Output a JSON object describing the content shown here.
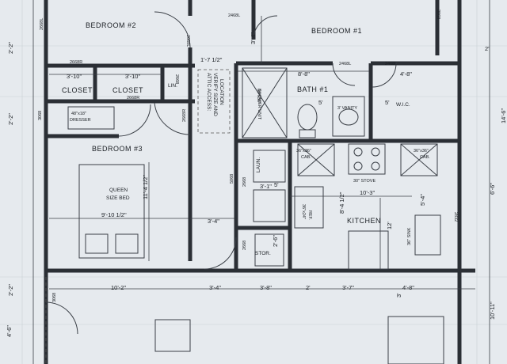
{
  "rooms": {
    "bedroom2": "BEDROOM #2",
    "bedroom1": "BEDROOM #1",
    "bedroom3": "BEDROOM #3",
    "bath1": "BATH #1",
    "kitchen": "KITCHEN",
    "closet_a": "CLOSET",
    "closet_b": "CLOSET",
    "linen": "LIN.",
    "laundry": "LAUN.",
    "storage": "STOR.",
    "wic": "W.I.C."
  },
  "fixtures": {
    "dresser": "48\"x18\"",
    "dresser_label": "DRESSER",
    "queen_bed_1": "QUEEN",
    "queen_bed_2": "SIZE BED",
    "shower": "60\"x36\"",
    "shower_2": "SHOWER UNIT",
    "vanity": "3' VANITY",
    "cab_left": "36\"x36\"",
    "cab_left_2": "CAB.",
    "cab_right": "36\"x36\"",
    "cab_right_2": "CAB.",
    "stove": "30\" STOVE",
    "fridge": "36\"x24\"",
    "fridge_2": "REF.",
    "sink": "36\" SINK",
    "attic": "ATTIC ACCESS:",
    "attic_2": "VERIFY SIZE AND",
    "attic_3": "LOCATION"
  },
  "dimensions": {
    "d_2_2_top": "2'-2\"",
    "d_2_2_mid": "2'-2\"",
    "d_2_2_low": "2'-2\"",
    "d_4_6": "4'-6\"",
    "d_3_4_top": "3'-4\"",
    "d_1_7": "1'-7 1/2\"",
    "d_8_8": "8'-8\"",
    "d_4_8_top": "4'-8\"",
    "d_3_10_a": "3'-10\"",
    "d_3_10_b": "3'-10\"",
    "d_11_4": "11'-4 1/2\"",
    "d_9_10": "9'-10 1/2\"",
    "d_3_4_mid": "3'-4\"",
    "d_10_3": "10'-3\"",
    "d_8_4": "8'-4 1/2\"",
    "d_3_1": "3'-1\"",
    "d_5": "5'",
    "d_2_6": "2'-6\"",
    "d_12": "12'",
    "d_3": "3'",
    "d_6_6": "6'-6\"",
    "d_5_4": "5'-4\"",
    "d_2_right": "2'",
    "d_10_11": "10'-11\"",
    "d_10_2": "10'-2\"",
    "d_3_4_bot": "3'-4\"",
    "d_3_8": "3'-8\"",
    "d_2_bot": "2'",
    "d_3_7": "3'-7\"",
    "d_4_8_bot": "4'-8\"",
    "d_5_v": "5'",
    "d_5_w": "5'",
    "d_14_6": "14'-6\""
  },
  "doors": {
    "t1": "2468L",
    "t2": "2668L",
    "t3": "2668R",
    "t4": "2668R",
    "t5": "2668",
    "t6": "2668R",
    "t7": "2468L",
    "t8": "2468L",
    "t9": "2668L",
    "t10": "5068",
    "t11": "2668",
    "t12": "3068",
    "t13": "3068",
    "t14": "3068",
    "t15": "2832",
    "t16": "2668"
  }
}
